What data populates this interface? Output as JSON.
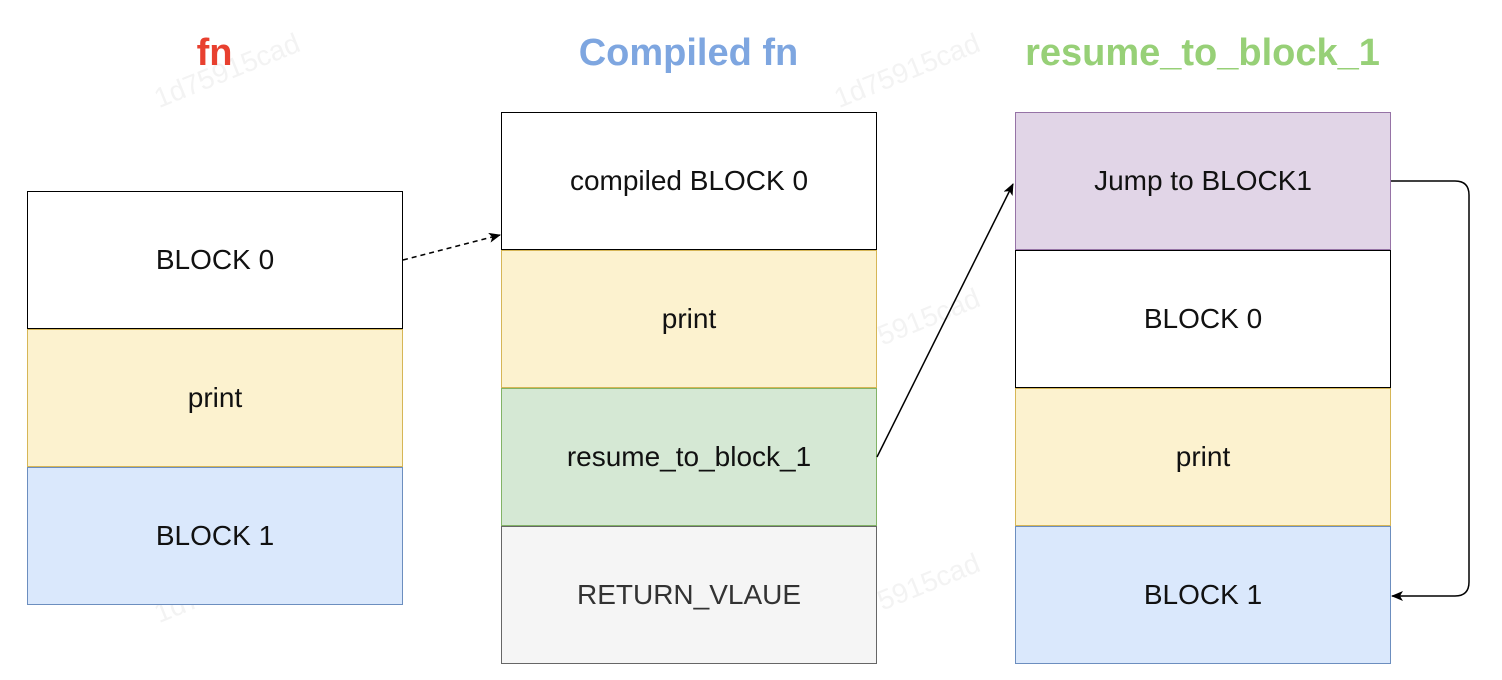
{
  "titles": {
    "fn": "fn",
    "compiled": "Compiled fn",
    "resume": "resume_to_block_1"
  },
  "title_colors": {
    "fn": "#e8402f",
    "compiled": "#7ea6e0",
    "resume": "#97d077"
  },
  "fn_column": {
    "blocks": [
      {
        "label": "BLOCK 0",
        "fill": "#ffffff",
        "stroke": "#000000"
      },
      {
        "label": "print",
        "fill": "#fcf2cf",
        "stroke": "#d6b656"
      },
      {
        "label": "BLOCK 1",
        "fill": "#dae8fc",
        "stroke": "#6c8ebf"
      }
    ]
  },
  "compiled_column": {
    "blocks": [
      {
        "label": "compiled BLOCK 0",
        "fill": "#ffffff",
        "stroke": "#000000"
      },
      {
        "label": "print",
        "fill": "#fcf2cf",
        "stroke": "#d6b656"
      },
      {
        "label": "resume_to_block_1",
        "fill": "#d5e8d4",
        "stroke": "#82b366"
      },
      {
        "label": "RETURN_VLAUE",
        "fill": "#f5f5f5",
        "stroke": "#666666"
      }
    ]
  },
  "resume_column": {
    "blocks": [
      {
        "label": "Jump to BLOCK1",
        "fill": "#e1d5e7",
        "stroke": "#9673a6"
      },
      {
        "label": "BLOCK 0",
        "fill": "#ffffff",
        "stroke": "#000000"
      },
      {
        "label": "print",
        "fill": "#fcf2cf",
        "stroke": "#d6b656"
      },
      {
        "label": "BLOCK 1",
        "fill": "#dae8fc",
        "stroke": "#6c8ebf"
      }
    ]
  },
  "watermark": "1d75915cad"
}
